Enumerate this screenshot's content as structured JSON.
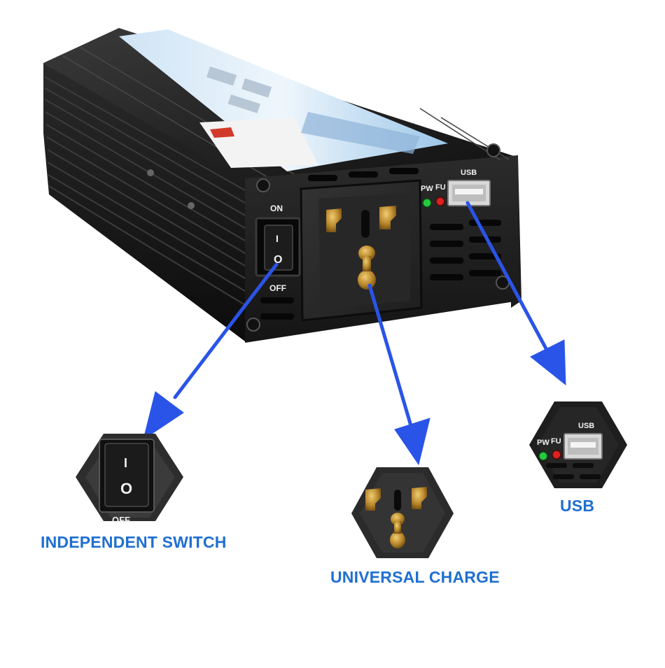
{
  "panel_labels": {
    "on": "ON",
    "off": "OFF",
    "pw": "PW",
    "fu": "FU",
    "usb": "USB"
  },
  "switch_symbols": {
    "on": "I",
    "off": "O"
  },
  "zoom_labels": {
    "off_partial": "OFF",
    "pw": "PW",
    "fu": "FU",
    "usb": "USB"
  },
  "captions": {
    "switch": "INDEPENDENT SWITCH",
    "universal": "UNIVERSAL CHARGE",
    "usb": "USB"
  },
  "colors": {
    "body": "#1a1a1a",
    "arrow": "#2a54e8",
    "caption": "#1f6fd1",
    "led_green": "#27c93f",
    "led_red": "#e02020"
  }
}
